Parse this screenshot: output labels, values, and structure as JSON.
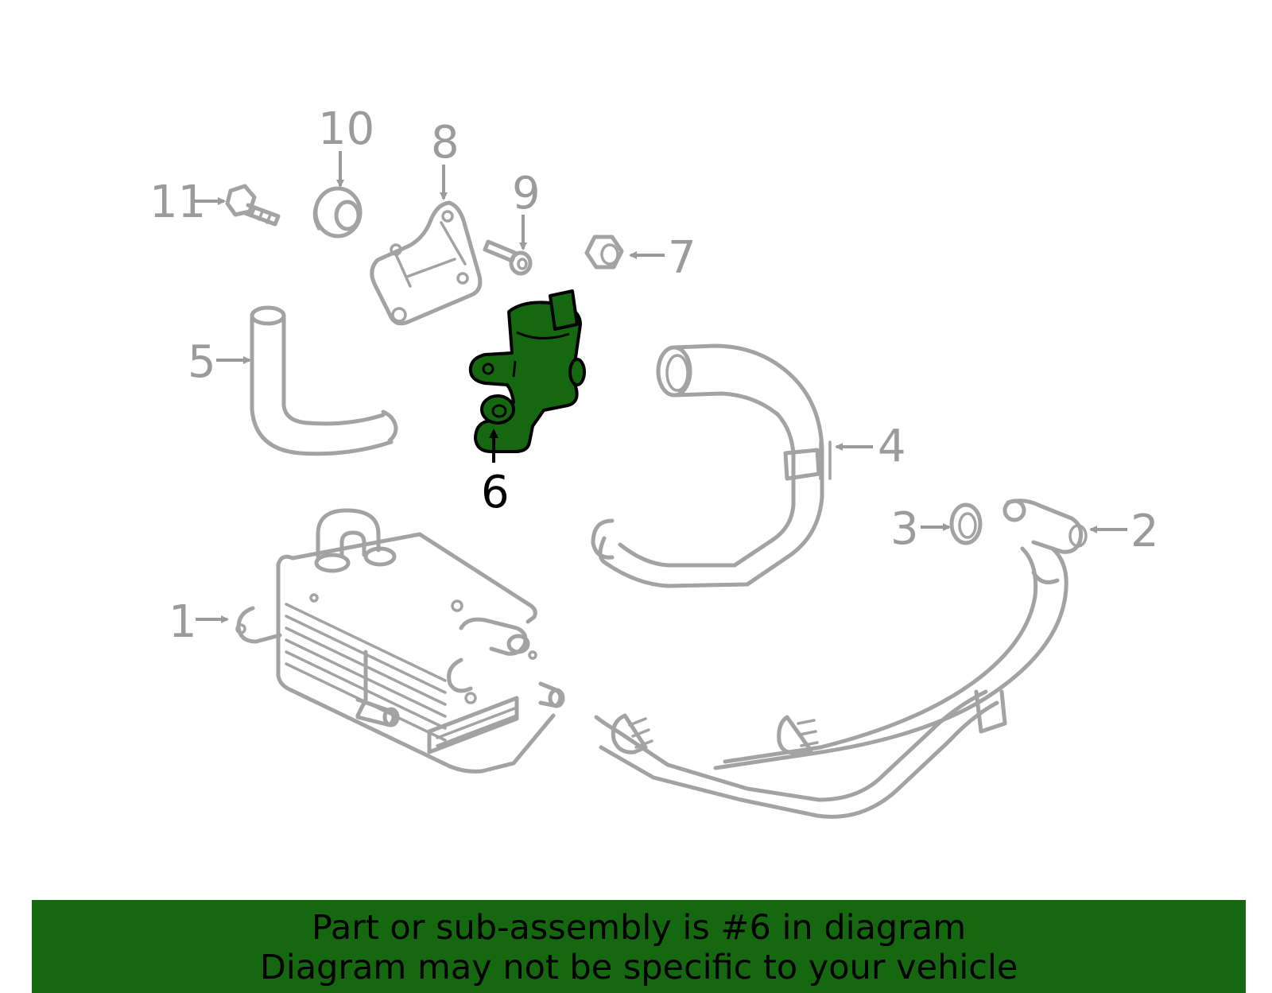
{
  "diagram": {
    "highlighted_part": "6",
    "highlight_color": "#156710",
    "line_color": "#a3a3a3",
    "callouts": [
      "1",
      "2",
      "3",
      "4",
      "5",
      "6",
      "7",
      "8",
      "9",
      "10",
      "11"
    ]
  },
  "banner": {
    "line1": "Part or sub-assembly is #6 in diagram",
    "line2": "Diagram may not be specific to your vehicle",
    "background": "#156710"
  }
}
